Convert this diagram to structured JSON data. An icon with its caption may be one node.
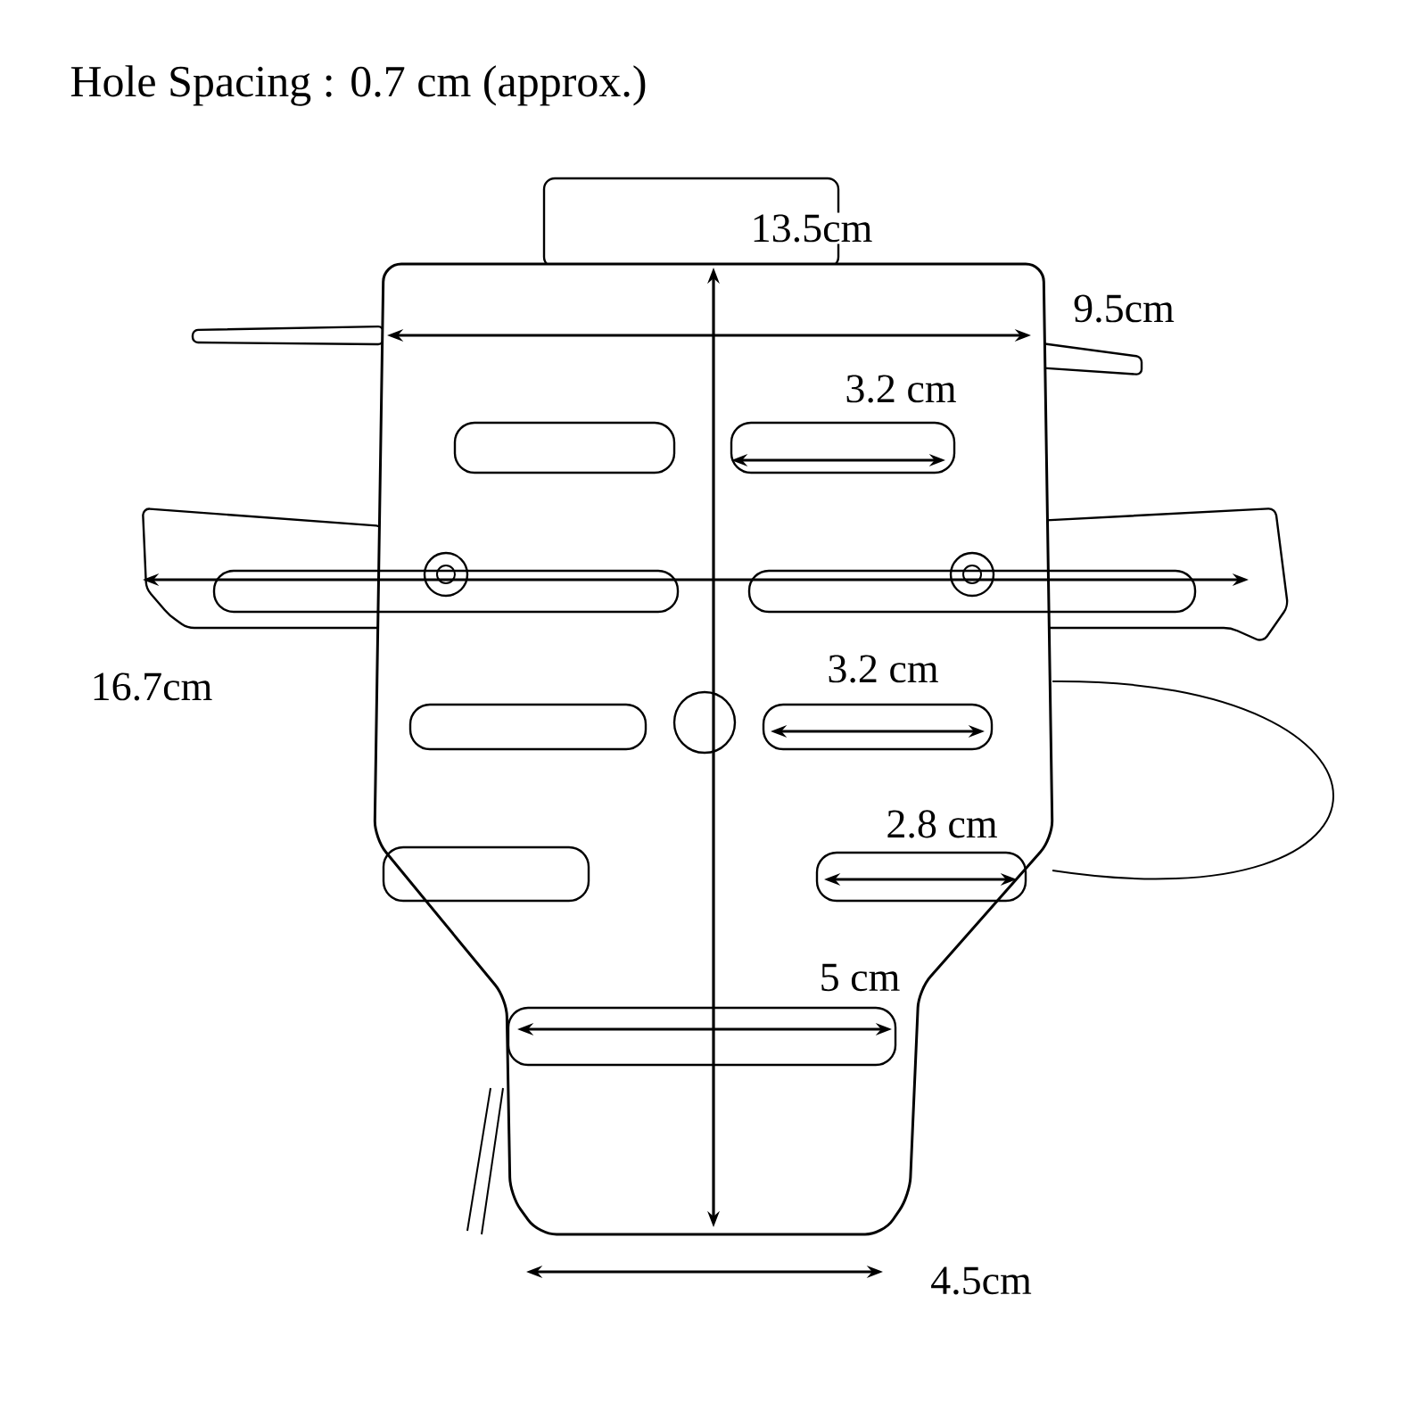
{
  "diagram": {
    "title": "Hole Spacing : 0.7 cm (approx.)",
    "labels": [
      "13.5cm",
      "9.5cm",
      "3.2 cm",
      "16.7cm",
      "3.2 cm",
      "2.8 cm",
      "5 cm",
      "4.5cm"
    ]
  }
}
